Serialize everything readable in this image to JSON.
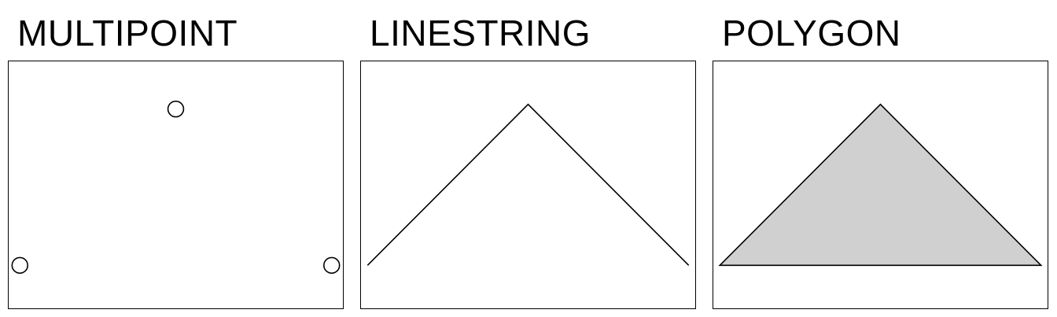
{
  "panels": [
    {
      "title": "MULTIPOINT",
      "geometry_type": "multipoint",
      "coordinates": [
        [
          0,
          0
        ],
        [
          0.5,
          1
        ],
        [
          1,
          0
        ]
      ]
    },
    {
      "title": "LINESTRING",
      "geometry_type": "linestring",
      "coordinates": [
        [
          0,
          0
        ],
        [
          0.5,
          1
        ],
        [
          1,
          0
        ]
      ]
    },
    {
      "title": "POLYGON",
      "geometry_type": "polygon",
      "coordinates": [
        [
          0,
          0
        ],
        [
          0.5,
          1
        ],
        [
          1,
          0
        ],
        [
          0,
          0
        ]
      ]
    }
  ],
  "colors": {
    "stroke": "#000000",
    "polygon_fill": "#d0d0d0",
    "background": "#ffffff"
  }
}
